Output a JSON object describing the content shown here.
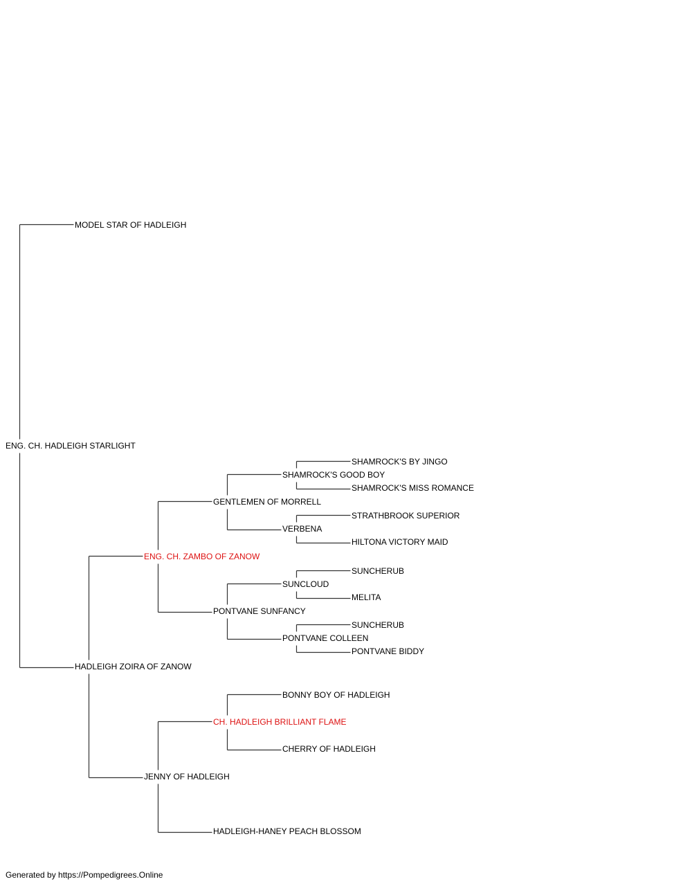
{
  "pedigree": {
    "highlight_color": "#dd1111",
    "root": {
      "name": "ENG. CH. HADLEIGH STARLIGHT",
      "sire": {
        "name": "MODEL STAR OF HADLEIGH"
      },
      "dam": {
        "name": "HADLEIGH ZOIRA OF ZANOW",
        "sire": {
          "name": "ENG. CH. ZAMBO OF ZANOW",
          "highlight": true,
          "sire": {
            "name": "GENTLEMEN OF MORRELL",
            "sire": {
              "name": "SHAMROCK'S GOOD BOY",
              "sire": {
                "name": "SHAMROCK'S BY JINGO"
              },
              "dam": {
                "name": "SHAMROCK'S MISS ROMANCE"
              }
            },
            "dam": {
              "name": "VERBENA",
              "sire": {
                "name": "STRATHBROOK SUPERIOR"
              },
              "dam": {
                "name": "HILTONA VICTORY MAID"
              }
            }
          },
          "dam": {
            "name": "PONTVANE SUNFANCY",
            "sire": {
              "name": "SUNCLOUD",
              "sire": {
                "name": "SUNCHERUB"
              },
              "dam": {
                "name": "MELITA"
              }
            },
            "dam": {
              "name": "PONTVANE COLLEEN",
              "sire": {
                "name": "SUNCHERUB"
              },
              "dam": {
                "name": "PONTVANE BIDDY"
              }
            }
          }
        },
        "dam": {
          "name": "JENNY OF HADLEIGH",
          "sire": {
            "name": "CH. HADLEIGH BRILLIANT FLAME",
            "highlight": true,
            "sire": {
              "name": "BONNY BOY OF HADLEIGH"
            },
            "dam": {
              "name": "CHERRY OF HADLEIGH"
            }
          },
          "dam": {
            "name": "HADLEIGH-HANEY PEACH BLOSSOM"
          }
        }
      }
    }
  },
  "footer": "Generated by https://Pompedigrees.Online"
}
